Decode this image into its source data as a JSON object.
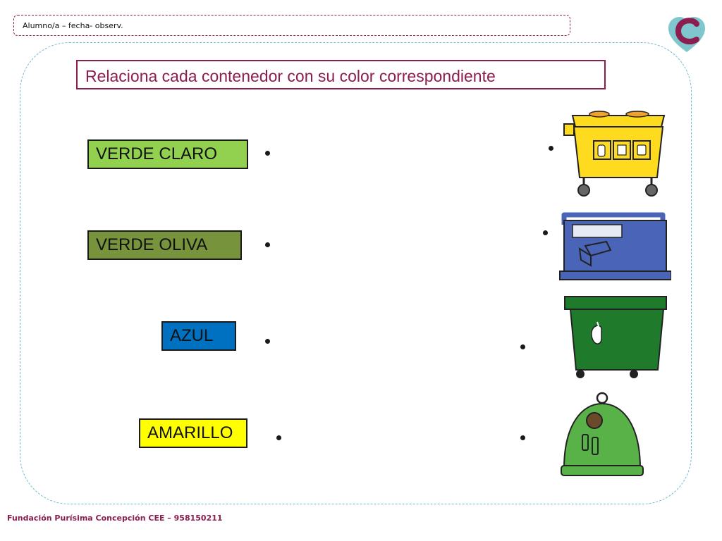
{
  "header": {
    "text": "Alumno/a – fecha- observ."
  },
  "title": "Relaciona cada contenedor con su color correspondiente",
  "labels": [
    {
      "text": "VERDE CLARO",
      "color": "#92d050"
    },
    {
      "text": "VERDE OLIVA",
      "color": "#77933c"
    },
    {
      "text": "AZUL",
      "color": "#0070c0"
    },
    {
      "text": "AMARILLO",
      "color": "#ffff00"
    }
  ],
  "containers": [
    {
      "icon": "yellow-container-icon",
      "color": "#ffdb1f"
    },
    {
      "icon": "blue-container-icon",
      "color": "#4a64b8"
    },
    {
      "icon": "green-container-icon",
      "color": "#1f7a2c"
    },
    {
      "icon": "igloo-container-icon",
      "color": "#58b247"
    }
  ],
  "footer": "Fundación Purísima Concepción CEE –  958150211",
  "colors": {
    "accent": "#8b1d4f",
    "frame": "#6fb8d3",
    "logo_teal": "#7fc6cf"
  }
}
